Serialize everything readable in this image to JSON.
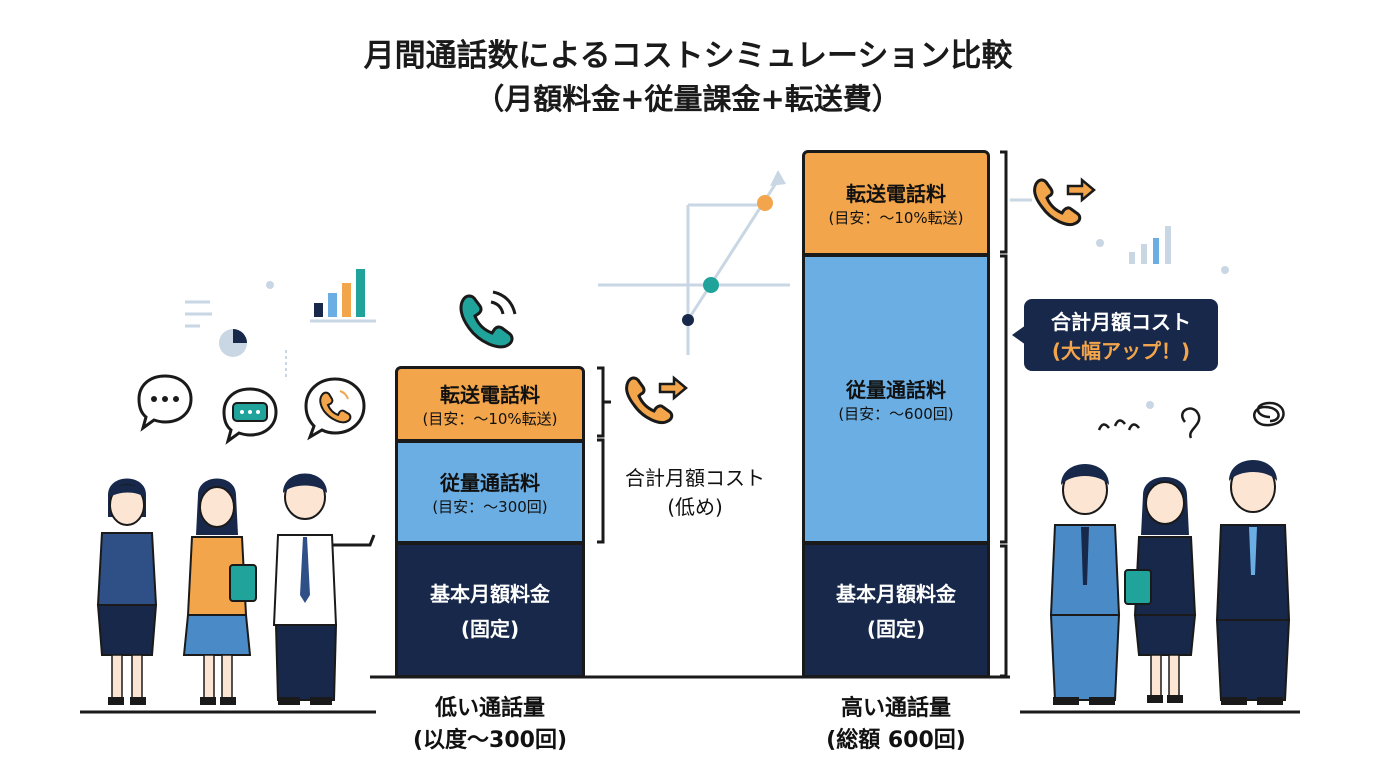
{
  "title": {
    "line1": "月間通話数によるコストシミュレーション比較",
    "line2": "（月額料金+従量課金+転送費）"
  },
  "left_bar": {
    "forward": {
      "label": "転送電話料",
      "note": "(目安：～10%転送)"
    },
    "usage": {
      "label": "従量通話料",
      "note": "(目安：～300回)"
    },
    "base": {
      "label": "基本月額料金",
      "note": "(固定)"
    },
    "bracket_label": {
      "line1": "合計月額コスト",
      "line2": "(低め)"
    },
    "axis_label": {
      "line1": "低い通話量",
      "line2": "(以度～300回)"
    }
  },
  "right_bar": {
    "forward": {
      "label": "転送電話料",
      "note": "(目安：～10%転送)"
    },
    "usage": {
      "label": "従量通話料",
      "note": "(目安：～600回)"
    },
    "base": {
      "label": "基本月額料金",
      "note": "(固定)"
    },
    "callout": {
      "line1": "合計月額コスト",
      "line2": "(大幅アップ！)"
    },
    "axis_label": {
      "line1": "高い通話量",
      "line2": "(総額 600回)"
    }
  },
  "colors": {
    "base": "#17284a",
    "usage": "#6aaee3",
    "forward": "#f2a54a",
    "accent_teal": "#1fa39a",
    "callout_text": "#f2a54a"
  },
  "icons": [
    "chat-bubble-icon",
    "phone-icon",
    "phone-forward-icon",
    "bar-chart-icon",
    "pie-chart-icon",
    "trend-line-icon",
    "worried-person-icon",
    "happy-person-icon"
  ]
}
